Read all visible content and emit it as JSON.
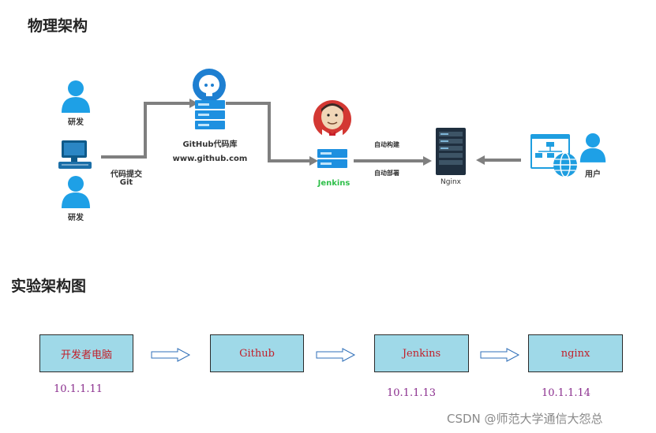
{
  "physical": {
    "title": "物理架构",
    "dev_label_top": "研发",
    "dev_label_bottom": "研发",
    "commit_label": "代码提交",
    "git_label": "Git",
    "github_name": "GitHub代码库",
    "github_url": "www.github.com",
    "jenkins_label": "Jenkins",
    "auto_build": "自动构建",
    "auto_deploy": "自动部署",
    "nginx_label": "Nginx",
    "user_label": "用户"
  },
  "lab": {
    "title": "实验架构图",
    "nodes": [
      {
        "name": "开发者电脑",
        "ip": "10.1.1.11"
      },
      {
        "name": "Github",
        "ip": ""
      },
      {
        "name": "Jenkins",
        "ip": "10.1.1.13"
      },
      {
        "name": "nginx",
        "ip": "10.1.1.14"
      }
    ]
  },
  "watermark": "CSDN @师范大学通信大怨总",
  "colors": {
    "person_icon": "#1ea0e6",
    "box_fill": "#9fd9e8",
    "box_text": "#c21f2a",
    "ip_text": "#8b2f8e",
    "jenkins_text": "#2fbf4a",
    "arrow_gray": "#7f7f7f"
  }
}
